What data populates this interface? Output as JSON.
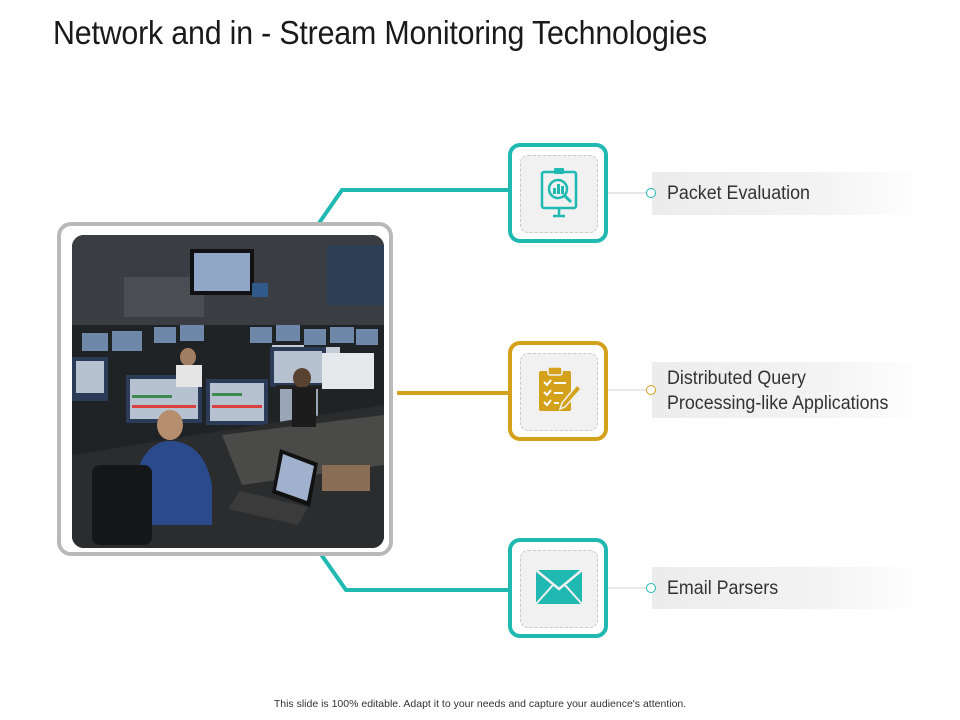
{
  "slide": {
    "title": "Network and in - Stream Monitoring Technologies",
    "footer": "This slide is 100% editable. Adapt it to your needs and capture your audience's attention."
  },
  "photo": {
    "subject": "control room with operators at computer monitors"
  },
  "items": [
    {
      "label": "Packet  Evaluation",
      "icon": "report-magnifier-icon",
      "accent": "#1fb9b2"
    },
    {
      "label": "Distributed Query\nProcessing-like  Applications",
      "icon": "checklist-pencil-icon",
      "accent": "#d4a11b"
    },
    {
      "label": "Email Parsers",
      "icon": "envelope-icon",
      "accent": "#1fb9b2"
    }
  ]
}
